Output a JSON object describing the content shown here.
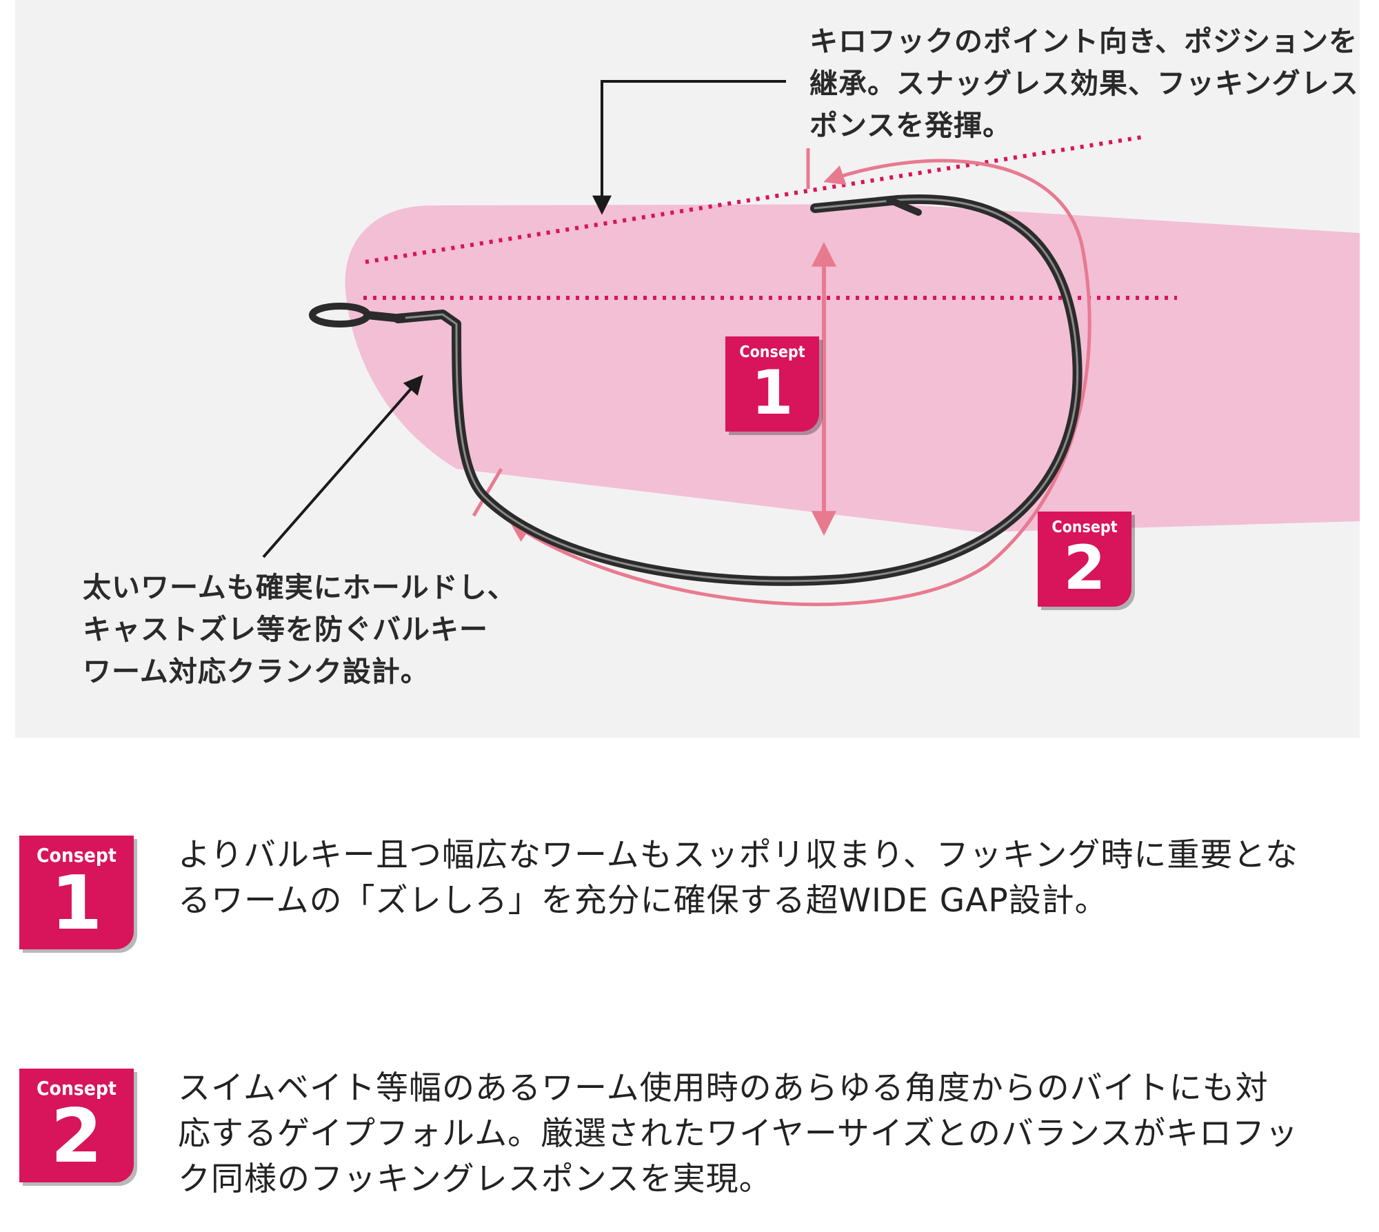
{
  "diagram": {
    "callout_top": "キロフックのポイント向き、ポジションを\n継承。スナッグレス効果、フッキングレス\nポンスを発揮。",
    "callout_bottom": "太いワームも確実にホールドし、\nキャストズレ等を防ぐバルキー\nワーム対応クランク設計。",
    "badges": [
      {
        "word": "Consept",
        "number": "1"
      },
      {
        "word": "Consept",
        "number": "2"
      }
    ],
    "colors": {
      "worm": "#f2bfd5",
      "accent": "#d8145a",
      "guide": "#e87a90",
      "hook": "#2b2b2b",
      "panel": "#f3f2f3"
    }
  },
  "concepts": [
    {
      "badge_word": "Consept",
      "badge_number": "1",
      "text": "よりバルキー且つ幅広なワームもスッポリ収まり、フッキング時に重要とな\nるワームの「ズレしろ」を充分に確保する超WIDE GAP設計。"
    },
    {
      "badge_word": "Consept",
      "badge_number": "2",
      "text": "スイムベイト等幅のあるワーム使用時のあらゆる角度からのバイトにも対\n応するゲイプフォルム。厳選されたワイヤーサイズとのバランスがキロフッ\nク同様のフッキングレスポンスを実現。"
    }
  ]
}
